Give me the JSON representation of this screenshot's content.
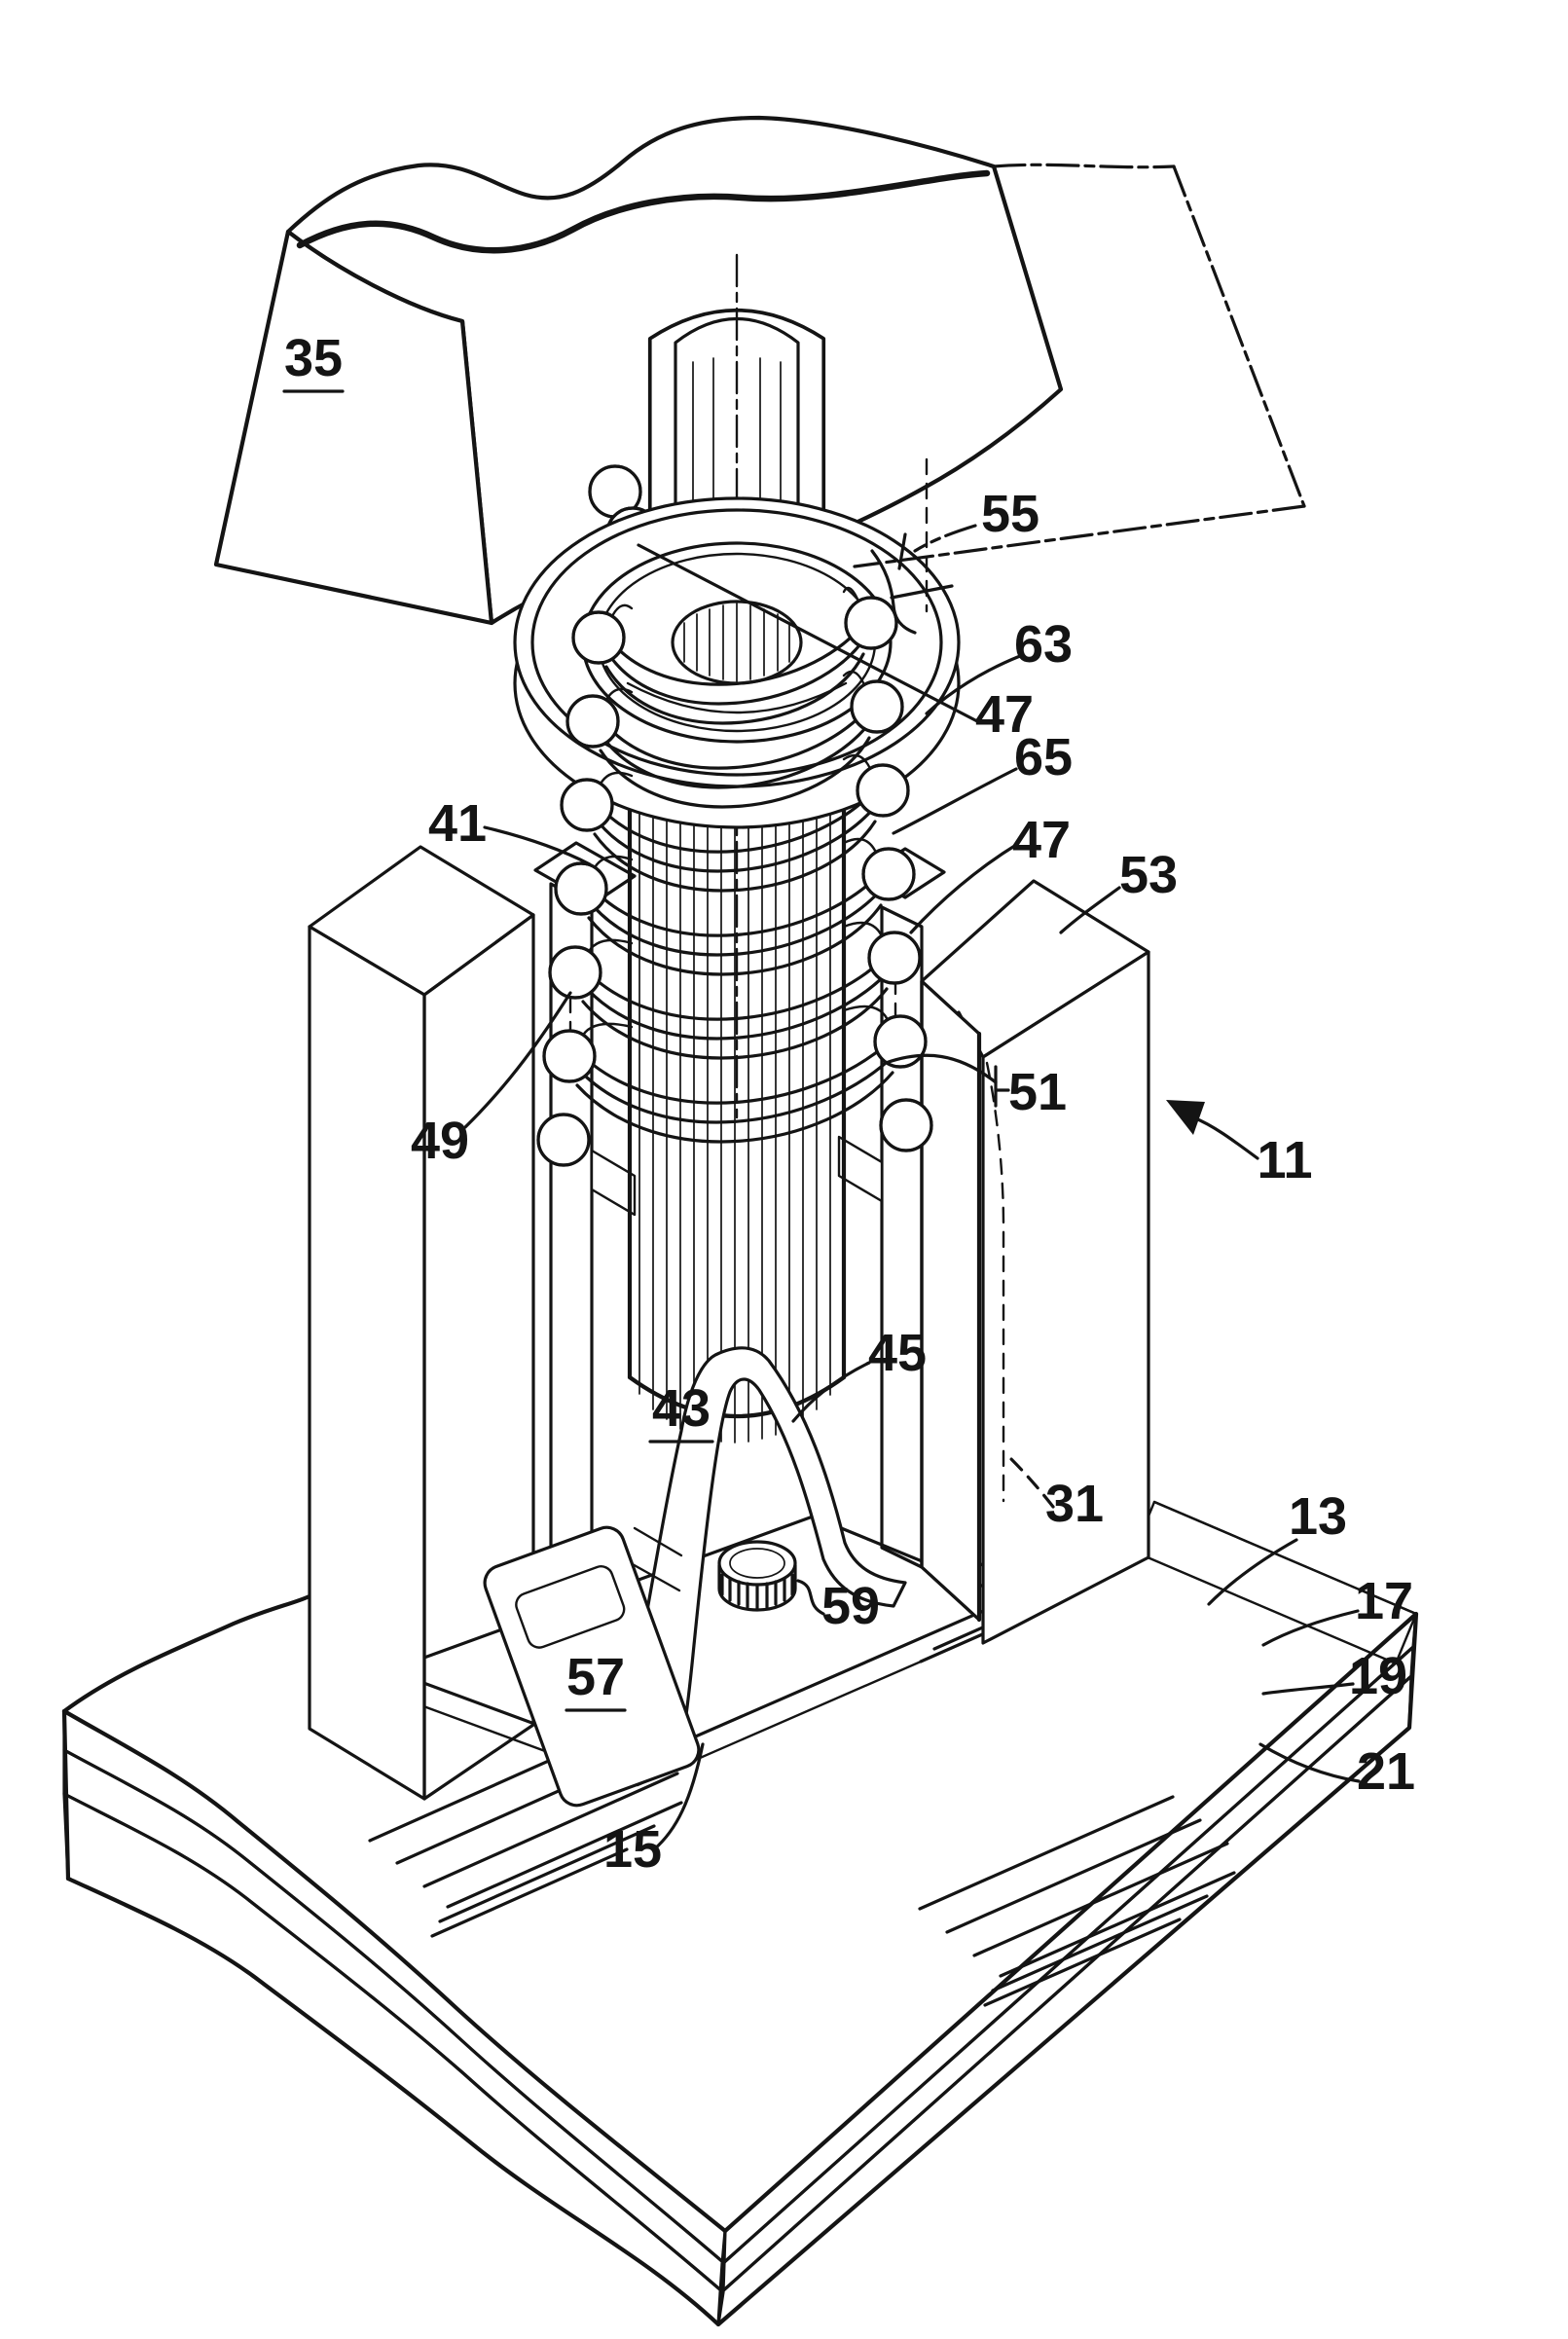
{
  "figure": {
    "kind": "patent-line-drawing",
    "colors": {
      "ink": "#141414",
      "paper": "#ffffff"
    }
  },
  "labels": {
    "n35": {
      "text": "35",
      "underlined": true
    },
    "n55": {
      "text": "55",
      "underlined": false
    },
    "n63": {
      "text": "63",
      "underlined": false
    },
    "n47a": {
      "text": "47",
      "underlined": false
    },
    "n65": {
      "text": "65",
      "underlined": false
    },
    "n41": {
      "text": "41",
      "underlined": false
    },
    "n47b": {
      "text": "47",
      "underlined": false
    },
    "n53": {
      "text": "53",
      "underlined": false
    },
    "n51": {
      "text": "51",
      "underlined": false
    },
    "n11": {
      "text": "11",
      "underlined": false
    },
    "n49": {
      "text": "49",
      "underlined": false
    },
    "n45": {
      "text": "45",
      "underlined": false
    },
    "n43": {
      "text": "43",
      "underlined": true
    },
    "n31": {
      "text": "31",
      "underlined": false
    },
    "n13": {
      "text": "13",
      "underlined": false
    },
    "n17": {
      "text": "17",
      "underlined": false
    },
    "n19": {
      "text": "19",
      "underlined": false
    },
    "n21": {
      "text": "21",
      "underlined": false
    },
    "n59": {
      "text": "59",
      "underlined": false
    },
    "n57": {
      "text": "57",
      "underlined": true
    },
    "n15": {
      "text": "15",
      "underlined": false
    }
  }
}
